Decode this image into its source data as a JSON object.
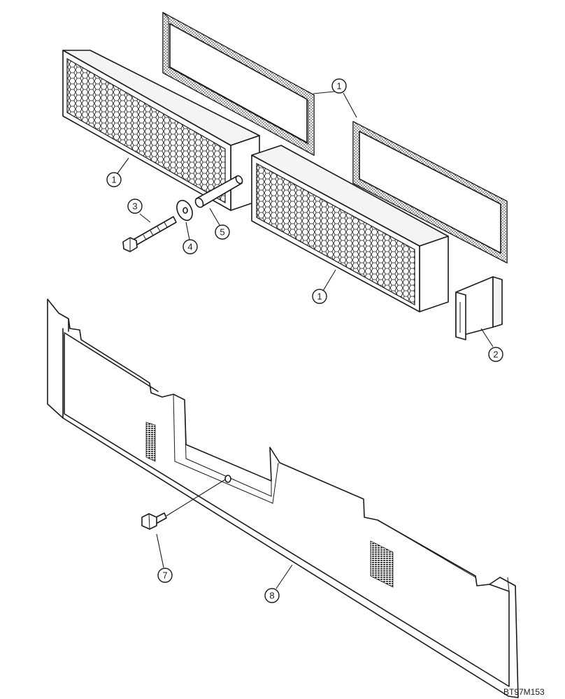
{
  "drawing_code": "BT97M153",
  "callouts": [
    {
      "id": "c1a",
      "label": "1"
    },
    {
      "id": "c1b",
      "label": "1"
    },
    {
      "id": "c1c",
      "label": "1"
    },
    {
      "id": "c2",
      "label": "2"
    },
    {
      "id": "c3",
      "label": "3"
    },
    {
      "id": "c4",
      "label": "4"
    },
    {
      "id": "c5",
      "label": "5"
    },
    {
      "id": "c7",
      "label": "7"
    },
    {
      "id": "c8",
      "label": "8"
    }
  ]
}
